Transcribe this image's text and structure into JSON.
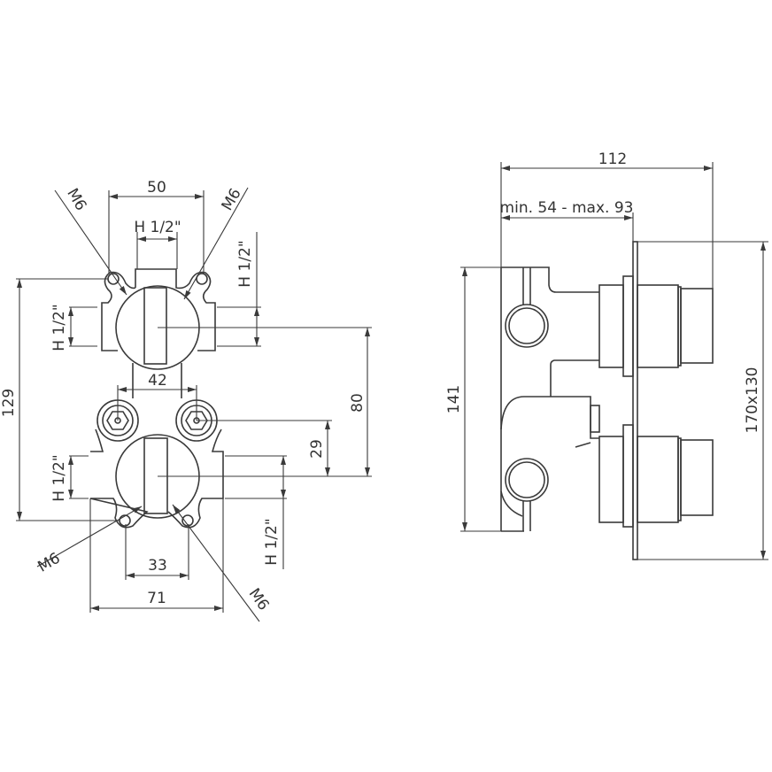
{
  "front_view": {
    "dim_top_width": "50",
    "dim_top_inlet": "H 1/2\"",
    "dim_top_right_inlet": "H 1/2\"",
    "dim_top_left_inlet": "H 1/2\"",
    "dim_bottom_left_inlet": "H 1/2\"",
    "dim_bottom_right_inlet": "H 1/2\"",
    "dim_total_height": "129",
    "dim_center_distance": "80",
    "dim_nut_offset": "29",
    "dim_nut_spacing": "42",
    "dim_bottom_holes": "33",
    "dim_bottom_width": "71",
    "screw_top_left": "M6",
    "screw_top_right": "M6",
    "screw_bottom_left": "M6",
    "screw_bottom_right": "M6"
  },
  "side_view": {
    "dim_total_depth": "112",
    "dim_install_depth": "min. 54 - max. 93",
    "dim_body_height": "141",
    "dim_plate_size": "170x130"
  },
  "colors": {
    "line": "#3a3a3a",
    "background": "#ffffff"
  }
}
